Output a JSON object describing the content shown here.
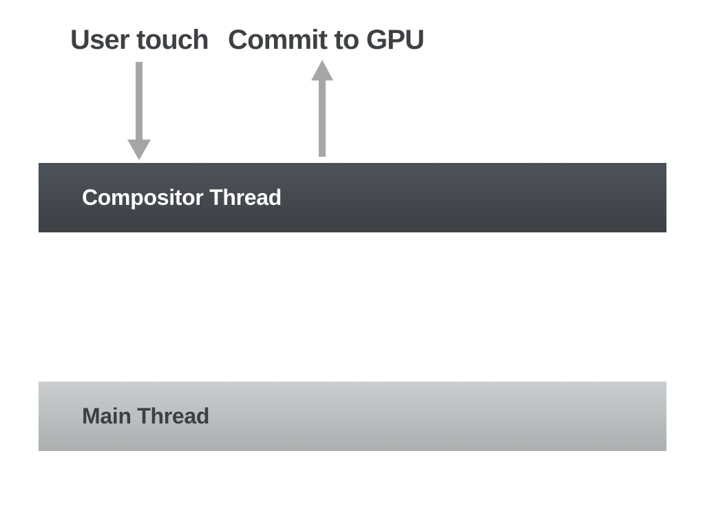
{
  "labels": {
    "user_touch": "User touch",
    "commit_to_gpu": "Commit to GPU"
  },
  "bars": {
    "compositor": {
      "label": "Compositor Thread"
    },
    "main": {
      "label": "Main Thread"
    }
  },
  "arrows": {
    "down": {
      "name": "user-touch-to-compositor",
      "direction": "down"
    },
    "up": {
      "name": "compositor-to-gpu",
      "direction": "up"
    }
  },
  "colors": {
    "background": "#ffffff",
    "heading-text": "#3e4144",
    "arrow": "#a6a6a6",
    "compositor-top": "#4e525a",
    "compositor-bottom": "#3d4045",
    "compositor-text": "#ffffff",
    "main-top": "#cbced0",
    "main-bottom": "#abafb0",
    "main-text": "#3d4043"
  }
}
